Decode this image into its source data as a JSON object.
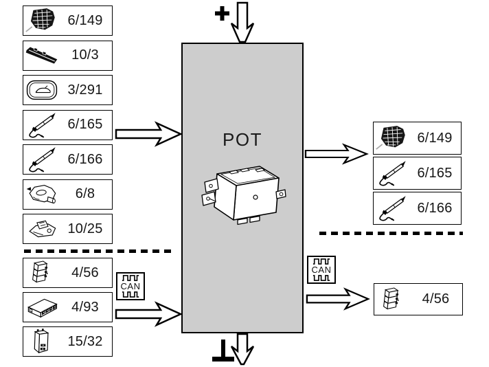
{
  "center_module": {
    "label": "POT"
  },
  "power_input": {
    "plus_label": "+"
  },
  "can_bus": {
    "label": "CAN"
  },
  "left_inputs_primary": {
    "items": [
      {
        "label": "6/149",
        "icon": "wiring-harness-icon"
      },
      {
        "label": "10/3",
        "icon": "trim-panel-icon"
      },
      {
        "label": "3/291",
        "icon": "tailgate-switch-icon"
      },
      {
        "label": "6/165",
        "icon": "strut-icon"
      },
      {
        "label": "6/166",
        "icon": "strut-icon"
      },
      {
        "label": "6/8",
        "icon": "latch-icon"
      },
      {
        "label": "10/25",
        "icon": "striker-latch-icon"
      }
    ]
  },
  "left_inputs_can": {
    "items": [
      {
        "label": "4/56",
        "icon": "stacked-module-icon"
      },
      {
        "label": "4/93",
        "icon": "connector-module-icon"
      },
      {
        "label": "15/32",
        "icon": "relay-icon"
      }
    ]
  },
  "right_outputs_primary": {
    "items": [
      {
        "label": "6/149",
        "icon": "wiring-harness-icon"
      },
      {
        "label": "6/165",
        "icon": "strut-icon"
      },
      {
        "label": "6/166",
        "icon": "strut-icon"
      }
    ]
  },
  "right_outputs_can": {
    "items": [
      {
        "label": "4/56",
        "icon": "stacked-module-icon"
      }
    ]
  },
  "colors": {
    "module_fill": "#cdcdcd",
    "line": "#000000",
    "background": "#ffffff"
  }
}
